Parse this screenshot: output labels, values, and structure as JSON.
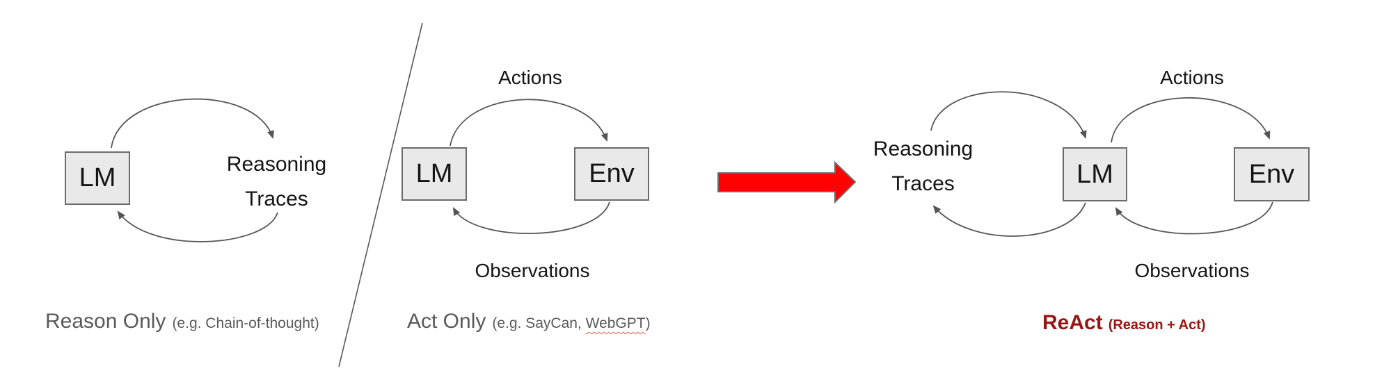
{
  "colors": {
    "background": "#ffffff",
    "box_fill": "#e9e9e9",
    "box_border": "#6b6b6b",
    "arrow_stroke": "#555555",
    "label_black": "#141414",
    "caption_gray": "#595959",
    "react_red": "#9a1412",
    "big_arrow_fill": "#fe0202",
    "big_arrow_border": "#6d6d6d",
    "squiggle_red": "#e0604f"
  },
  "icons": {
    "big_arrow": "red-right-arrow",
    "loop_arrows": "curved-cycle-arrows",
    "divider": "diagonal-divider-line"
  },
  "panels": {
    "reason_only": {
      "lm_box_label": "LM",
      "loop_label_line1": "Reasoning",
      "loop_label_line2": "Traces",
      "caption": "Reason Only",
      "caption_sub": "(e.g. Chain-of-thought)"
    },
    "act_only": {
      "actions_label": "Actions",
      "lm_box_label": "LM",
      "env_box_label": "Env",
      "observations_label": "Observations",
      "caption": "Act Only",
      "caption_sub_prefix": "(e.g. SayCan, ",
      "caption_sub_misspelled": "WebGPT",
      "caption_sub_suffix": ")"
    },
    "react": {
      "loop_label_line1": "Reasoning",
      "loop_label_line2": "Traces",
      "lm_box_label": "LM",
      "env_box_label": "Env",
      "actions_label": "Actions",
      "observations_label": "Observations",
      "caption": "ReAct",
      "caption_sub": "(Reason + Act)"
    }
  }
}
